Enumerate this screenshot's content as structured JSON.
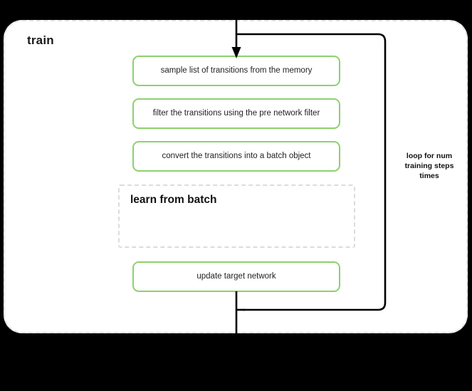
{
  "diagram": {
    "title": "train",
    "container": {
      "label": "train",
      "border_style": "dashed",
      "border_color": "#e3e3e3",
      "background": "#ffffff"
    },
    "accent_color": "#8cd16e",
    "connector_color": "#000000",
    "steps": [
      {
        "id": "sample",
        "label": "sample list of transitions from the memory"
      },
      {
        "id": "filter",
        "label": "filter the transitions using the pre network filter"
      },
      {
        "id": "convert",
        "label": "convert the transitions into a batch object"
      },
      {
        "id": "update",
        "label": "update target network"
      }
    ],
    "subblock": {
      "id": "learn-from-batch",
      "label": "learn from batch",
      "border_style": "dashed",
      "border_color": "#dcdcdc"
    },
    "loop": {
      "label": "loop for num training steps times",
      "line1": "loop for num",
      "line2": "training steps",
      "line3": "times"
    },
    "icons": {
      "flow_arrow": "arrow-down-icon",
      "loop_path": "loop-back-path-icon"
    }
  }
}
